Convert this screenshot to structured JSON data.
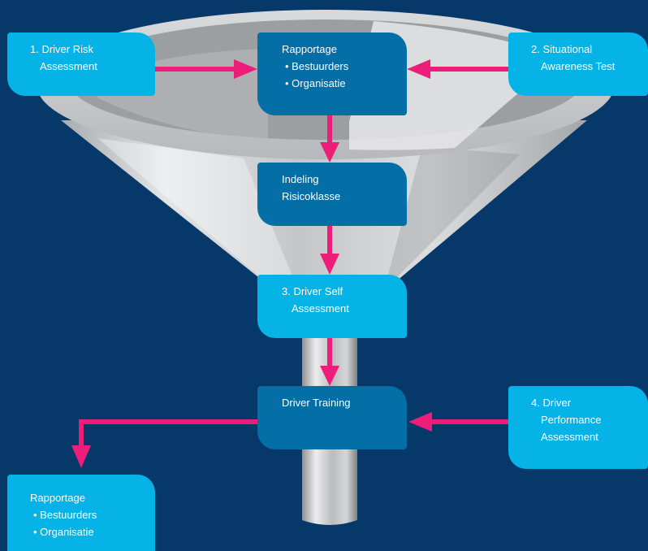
{
  "colors": {
    "background": "#07386a",
    "light_box": "#06b3e6",
    "dark_box": "#046ea6",
    "arrow": "#ed1e79",
    "funnel": "#c9cbcd"
  },
  "boxes": {
    "driver_risk": {
      "line1": "1. Driver Risk",
      "line2": "Assessment"
    },
    "rapportage_top": {
      "title": "Rapportage",
      "item1": "• Bestuurders",
      "item2": "• Organisatie"
    },
    "situational": {
      "line1": "2. Situational",
      "line2": "Awareness Test"
    },
    "indeling": {
      "line1": "Indeling",
      "line2": "Risicoklasse"
    },
    "self_assessment": {
      "line1": "3. Driver Self",
      "line2": "Assessment"
    },
    "training": {
      "line1": "Driver Training"
    },
    "performance": {
      "line1": "4. Driver",
      "line2": "Performance",
      "line3": "Assessment"
    },
    "rapportage_bottom": {
      "title": "Rapportage",
      "item1": "• Bestuurders",
      "item2": "• Organisatie"
    }
  }
}
